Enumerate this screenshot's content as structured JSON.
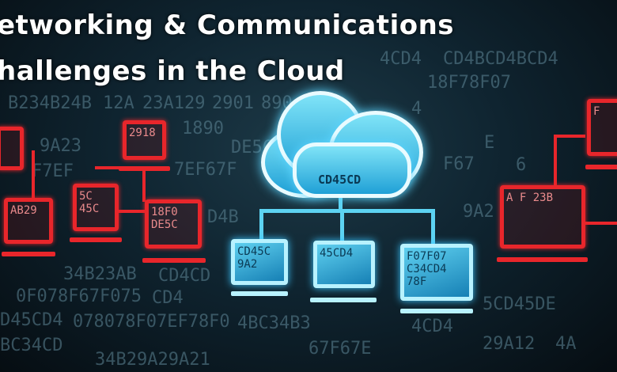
{
  "title": {
    "line1": "etworking & Communications",
    "line2": "hallenges in the Cloud"
  },
  "cloud_label": "CD45CD",
  "blue_monitors": [
    {
      "text": "CD45C 9A2"
    },
    {
      "text": "45CD4"
    },
    {
      "text": "F07F07 C34CD4 78F"
    }
  ],
  "red_monitors": [
    {
      "text": ""
    },
    {
      "text": "2918"
    },
    {
      "text": "5C 45C"
    },
    {
      "text": "18F0 DE5C"
    },
    {
      "text": "AB29"
    },
    {
      "text": "A F 23B"
    },
    {
      "text": "F"
    }
  ],
  "background_codes": [
    "B234B24B",
    "4CD4",
    "CD4BCD4BCD4",
    "12A",
    "23A129",
    "2901",
    "890",
    "18F78F07",
    "9A23",
    "1890",
    "4",
    "F7EF",
    "7EF67F",
    "F67",
    "DE5C",
    "D4B",
    "34B23AB",
    "9A2",
    "0F078F67F075",
    "CD4",
    "D45CD4",
    "CD4CD",
    "5CD45DE",
    "078078F07EF78F0",
    "4BC34B3",
    "4CD4",
    "BC34CD",
    "34B29A29A21",
    "67F67E",
    "29A12",
    "4A",
    "E",
    "6"
  ],
  "colors": {
    "cloud": "#4cc8ef",
    "network_lines": "#5dd3f2",
    "monitors_alert": "#e8262b",
    "background": "#0f2430"
  }
}
